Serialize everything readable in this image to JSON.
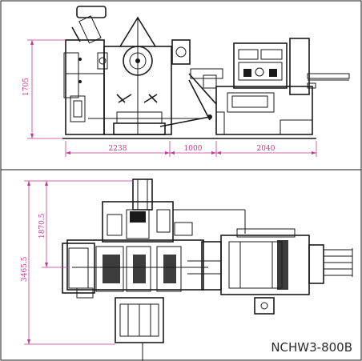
{
  "model_label": "NCHW3-800B",
  "side_view": {
    "height_dim": "1705",
    "width_dims": [
      "2238",
      "1000",
      "2040"
    ]
  },
  "top_view": {
    "dims": [
      "1870.5",
      "3465.5"
    ]
  }
}
